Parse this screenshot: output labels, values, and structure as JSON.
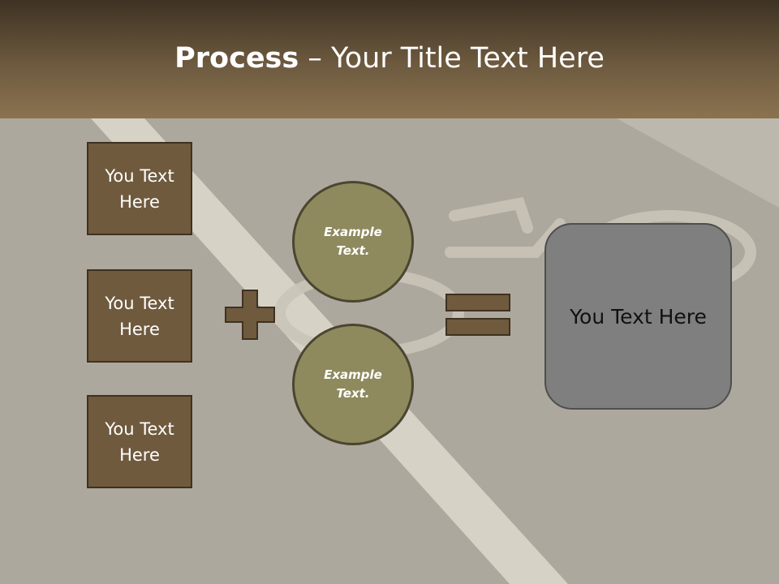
{
  "slide": {
    "title_bold": "Process",
    "title_rest": " – Your Title Text Here",
    "boxes": [
      {
        "line1": "You Text",
        "line2": "Here"
      },
      {
        "line1": "You Text",
        "line2": "Here"
      },
      {
        "line1": "You Text",
        "line2": "Here"
      }
    ],
    "circles": [
      {
        "line1": "Example",
        "line2": "Text."
      },
      {
        "line1": "Example",
        "line2": "Text."
      }
    ],
    "result_text": "You Text Here"
  },
  "colors": {
    "box_fill": "#6f5a3e",
    "circle_fill": "#8e8a5e",
    "result_fill": "#7f7f7f",
    "operator_fill": "#6f5a3e"
  },
  "icons": {
    "plus": "plus-icon",
    "equals": "equals-icon"
  }
}
